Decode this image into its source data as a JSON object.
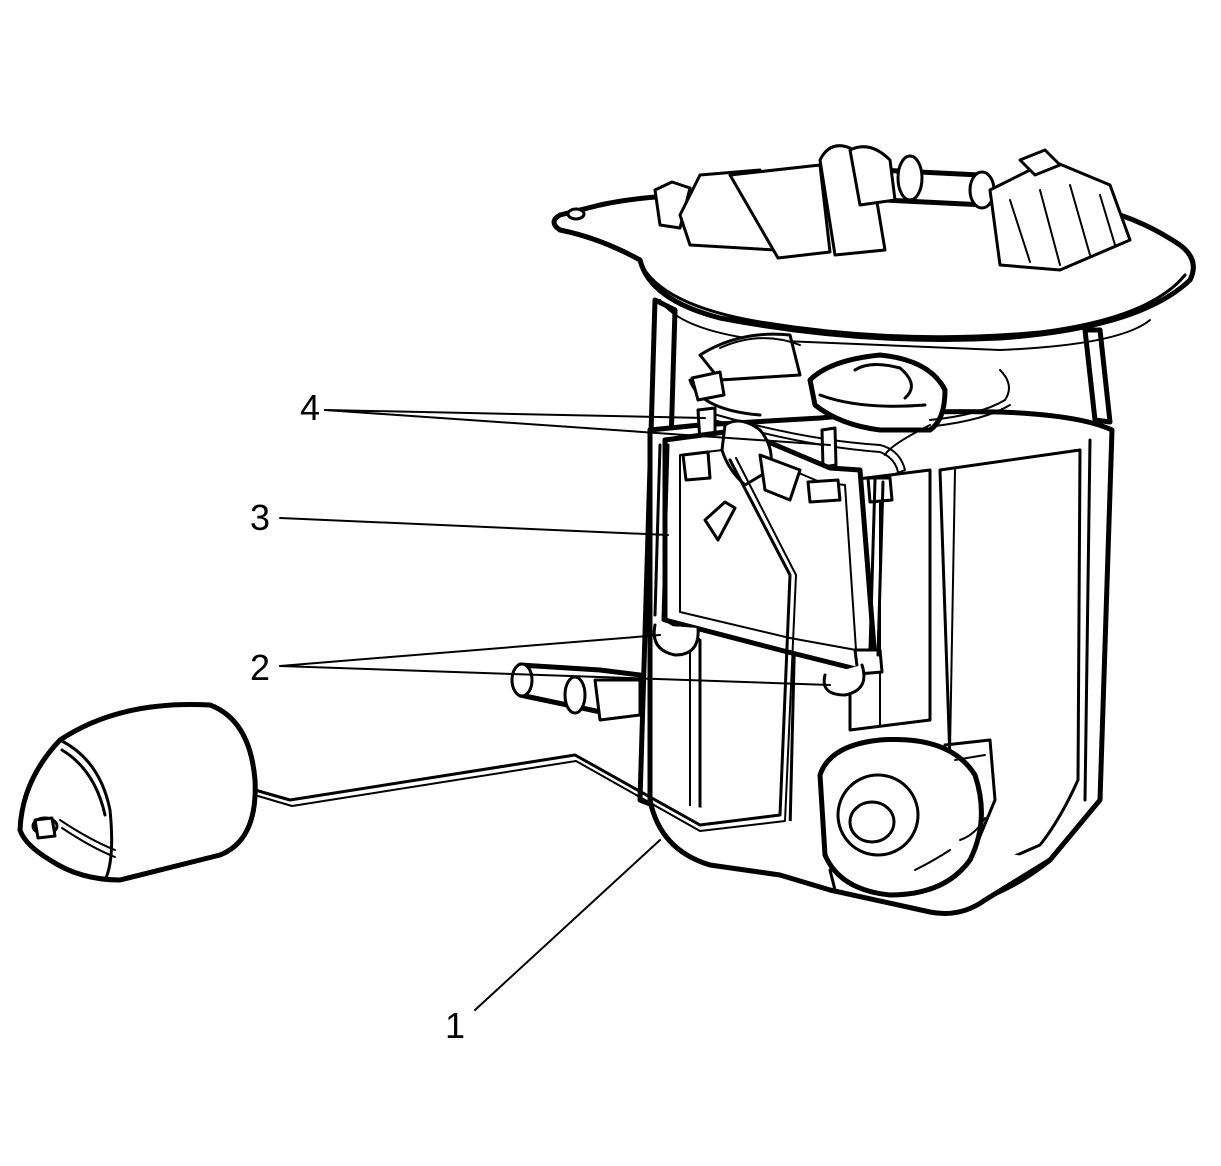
{
  "diagram": {
    "callouts": [
      {
        "id": "callout-1",
        "label": "1"
      },
      {
        "id": "callout-2",
        "label": "2"
      },
      {
        "id": "callout-3",
        "label": "3"
      },
      {
        "id": "callout-4",
        "label": "4"
      }
    ]
  },
  "colors": {
    "ink": "#000000",
    "paper": "#ffffff",
    "shade": "#d9d9d9"
  }
}
